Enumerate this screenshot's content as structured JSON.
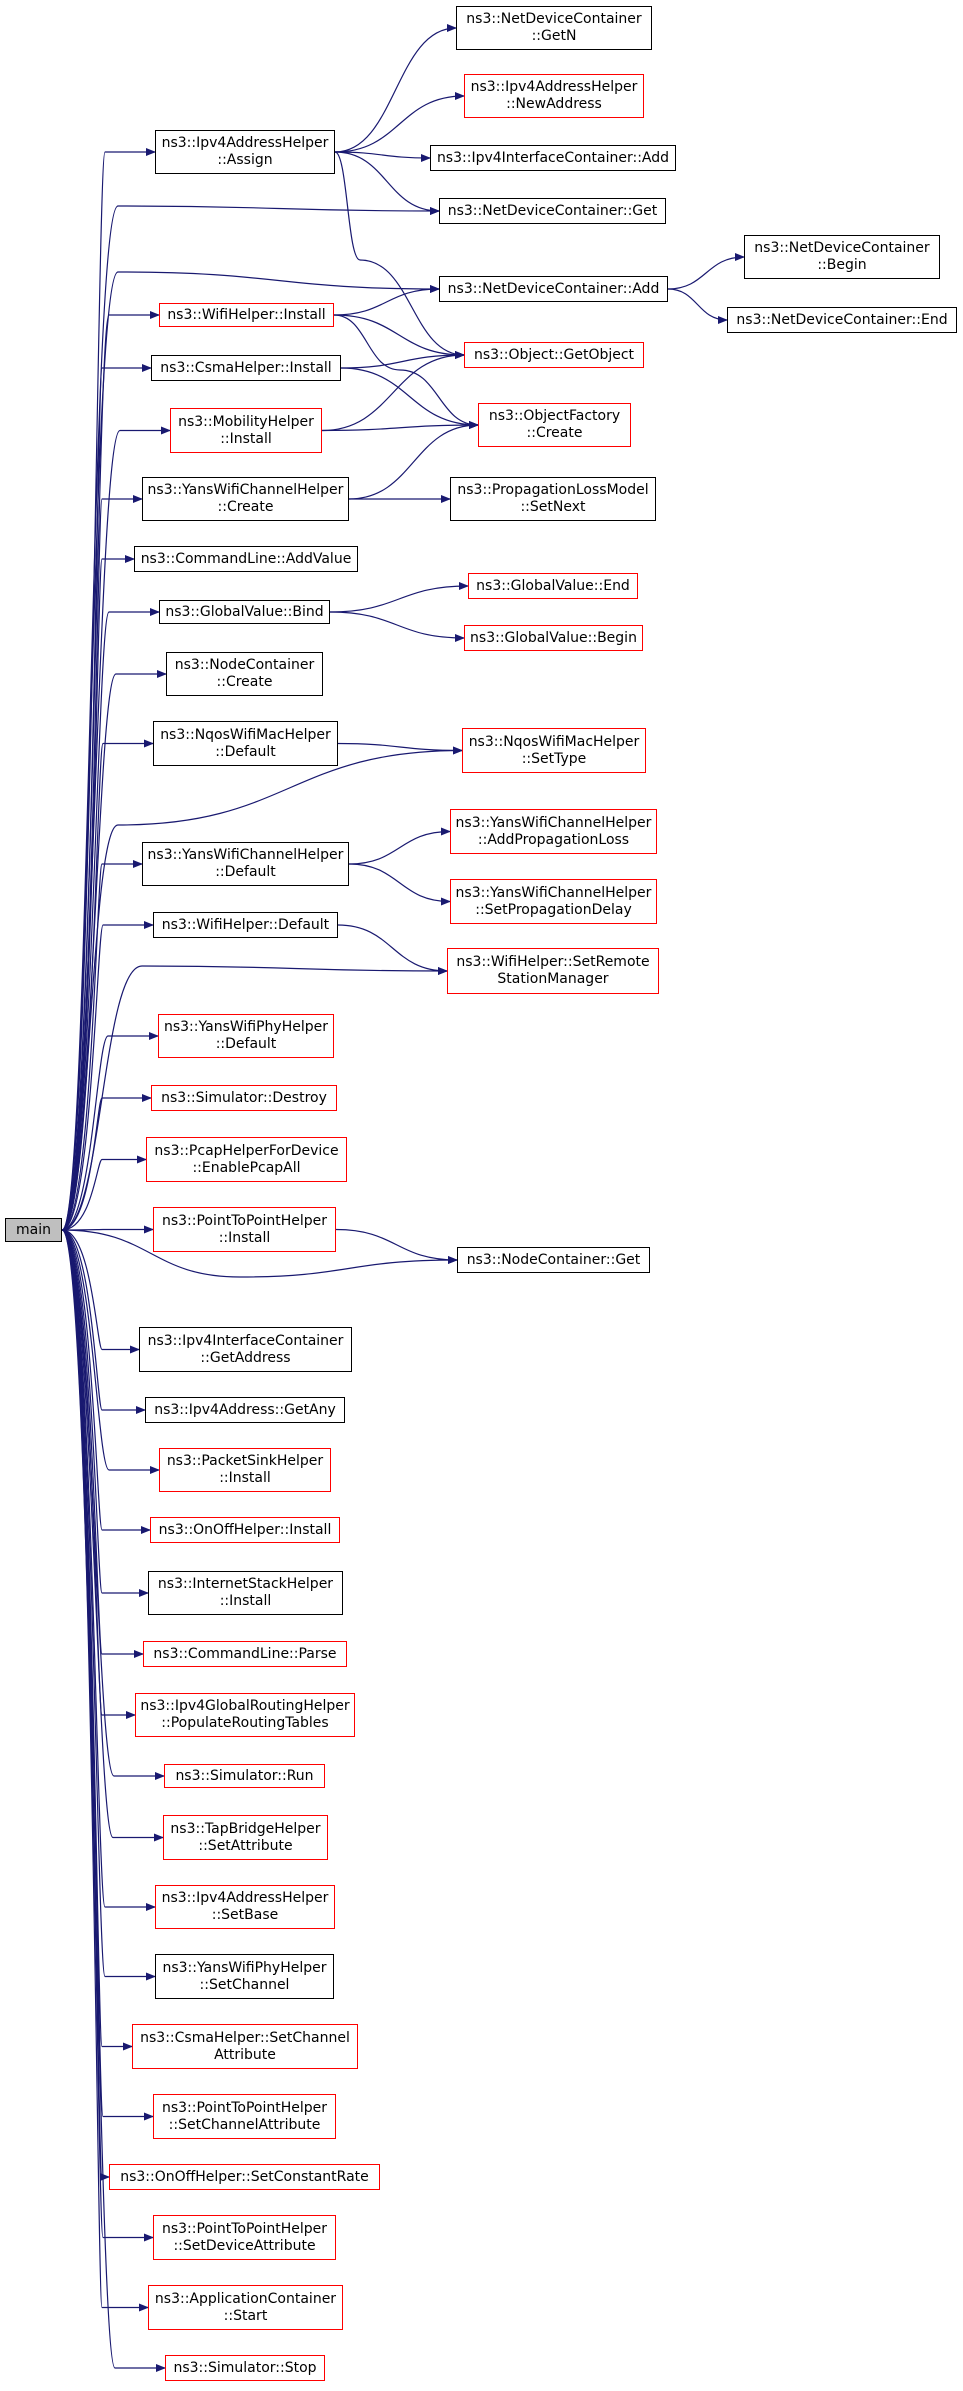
{
  "diagram": {
    "type": "call-graph",
    "colors": {
      "edge": "#191970",
      "node_border_documented": "#000000",
      "node_border_undocumented": "#ff0000",
      "root_fill": "#bfbfbf"
    },
    "nodes": [
      {
        "id": "main",
        "lines": [
          "main"
        ],
        "style": "root"
      },
      {
        "id": "ipv4ah_assign",
        "lines": [
          "ns3::Ipv4AddressHelper",
          "::Assign"
        ],
        "style": "black"
      },
      {
        "id": "ndc_getn",
        "lines": [
          "ns3::NetDeviceContainer",
          "::GetN"
        ],
        "style": "black"
      },
      {
        "id": "ipv4ah_newaddress",
        "lines": [
          "ns3::Ipv4AddressHelper",
          "::NewAddress"
        ],
        "style": "red"
      },
      {
        "id": "ipv4ic_add",
        "lines": [
          "ns3::Ipv4InterfaceContainer::Add"
        ],
        "style": "black"
      },
      {
        "id": "ndc_get",
        "lines": [
          "ns3::NetDeviceContainer::Get"
        ],
        "style": "black"
      },
      {
        "id": "ndc_begin",
        "lines": [
          "ns3::NetDeviceContainer",
          "::Begin"
        ],
        "style": "black"
      },
      {
        "id": "ndc_add",
        "lines": [
          "ns3::NetDeviceContainer::Add"
        ],
        "style": "black"
      },
      {
        "id": "ndc_end",
        "lines": [
          "ns3::NetDeviceContainer::End"
        ],
        "style": "black"
      },
      {
        "id": "wifi_install",
        "lines": [
          "ns3::WifiHelper::Install"
        ],
        "style": "red"
      },
      {
        "id": "obj_getobject",
        "lines": [
          "ns3::Object::GetObject"
        ],
        "style": "red"
      },
      {
        "id": "csma_install",
        "lines": [
          "ns3::CsmaHelper::Install"
        ],
        "style": "black"
      },
      {
        "id": "objfactory_create",
        "lines": [
          "ns3::ObjectFactory",
          "::Create"
        ],
        "style": "red"
      },
      {
        "id": "mobility_install",
        "lines": [
          "ns3::MobilityHelper",
          "::Install"
        ],
        "style": "red"
      },
      {
        "id": "yans_chan_create",
        "lines": [
          "ns3::YansWifiChannelHelper",
          "::Create"
        ],
        "style": "black"
      },
      {
        "id": "proploss_setnext",
        "lines": [
          "ns3::PropagationLossModel",
          "::SetNext"
        ],
        "style": "black"
      },
      {
        "id": "cmdline_addvalue",
        "lines": [
          "ns3::CommandLine::AddValue"
        ],
        "style": "black"
      },
      {
        "id": "gv_end",
        "lines": [
          "ns3::GlobalValue::End"
        ],
        "style": "red"
      },
      {
        "id": "gv_bind",
        "lines": [
          "ns3::GlobalValue::Bind"
        ],
        "style": "black"
      },
      {
        "id": "gv_begin",
        "lines": [
          "ns3::GlobalValue::Begin"
        ],
        "style": "red"
      },
      {
        "id": "nc_create",
        "lines": [
          "ns3::NodeContainer",
          "::Create"
        ],
        "style": "black"
      },
      {
        "id": "nqos_default",
        "lines": [
          "ns3::NqosWifiMacHelper",
          "::Default"
        ],
        "style": "black"
      },
      {
        "id": "nqos_settype",
        "lines": [
          "ns3::NqosWifiMacHelper",
          "::SetType"
        ],
        "style": "red"
      },
      {
        "id": "yans_chan_addproploss",
        "lines": [
          "ns3::YansWifiChannelHelper",
          "::AddPropagationLoss"
        ],
        "style": "red"
      },
      {
        "id": "yans_chan_default",
        "lines": [
          "ns3::YansWifiChannelHelper",
          "::Default"
        ],
        "style": "black"
      },
      {
        "id": "yans_chan_setpropdelay",
        "lines": [
          "ns3::YansWifiChannelHelper",
          "::SetPropagationDelay"
        ],
        "style": "red"
      },
      {
        "id": "wifi_default",
        "lines": [
          "ns3::WifiHelper::Default"
        ],
        "style": "black"
      },
      {
        "id": "wifi_setremote",
        "lines": [
          "ns3::WifiHelper::SetRemote",
          "StationManager"
        ],
        "style": "red"
      },
      {
        "id": "yans_phy_default",
        "lines": [
          "ns3::YansWifiPhyHelper",
          "::Default"
        ],
        "style": "red"
      },
      {
        "id": "sim_destroy",
        "lines": [
          "ns3::Simulator::Destroy"
        ],
        "style": "red"
      },
      {
        "id": "pcap_enableall",
        "lines": [
          "ns3::PcapHelperForDevice",
          "::EnablePcapAll"
        ],
        "style": "red"
      },
      {
        "id": "p2p_install",
        "lines": [
          "ns3::PointToPointHelper",
          "::Install"
        ],
        "style": "red"
      },
      {
        "id": "nc_get",
        "lines": [
          "ns3::NodeContainer::Get"
        ],
        "style": "black"
      },
      {
        "id": "ipv4ic_getaddress",
        "lines": [
          "ns3::Ipv4InterfaceContainer",
          "::GetAddress"
        ],
        "style": "black"
      },
      {
        "id": "ipv4addr_getany",
        "lines": [
          "ns3::Ipv4Address::GetAny"
        ],
        "style": "black"
      },
      {
        "id": "packetsink_install",
        "lines": [
          "ns3::PacketSinkHelper",
          "::Install"
        ],
        "style": "red"
      },
      {
        "id": "onoff_install",
        "lines": [
          "ns3::OnOffHelper::Install"
        ],
        "style": "red"
      },
      {
        "id": "internetstack_install",
        "lines": [
          "ns3::InternetStackHelper",
          "::Install"
        ],
        "style": "black"
      },
      {
        "id": "cmdline_parse",
        "lines": [
          "ns3::CommandLine::Parse"
        ],
        "style": "red"
      },
      {
        "id": "ipv4gr_populate",
        "lines": [
          "ns3::Ipv4GlobalRoutingHelper",
          "::PopulateRoutingTables"
        ],
        "style": "red"
      },
      {
        "id": "sim_run",
        "lines": [
          "ns3::Simulator::Run"
        ],
        "style": "red"
      },
      {
        "id": "tapbridge_setattr",
        "lines": [
          "ns3::TapBridgeHelper",
          "::SetAttribute"
        ],
        "style": "red"
      },
      {
        "id": "ipv4ah_setbase",
        "lines": [
          "ns3::Ipv4AddressHelper",
          "::SetBase"
        ],
        "style": "red"
      },
      {
        "id": "yans_phy_setchannel",
        "lines": [
          "ns3::YansWifiPhyHelper",
          "::SetChannel"
        ],
        "style": "black"
      },
      {
        "id": "csma_setchanattr",
        "lines": [
          "ns3::CsmaHelper::SetChannel",
          "Attribute"
        ],
        "style": "red"
      },
      {
        "id": "p2p_setchanattr",
        "lines": [
          "ns3::PointToPointHelper",
          "::SetChannelAttribute"
        ],
        "style": "red"
      },
      {
        "id": "onoff_setconstrate",
        "lines": [
          "ns3::OnOffHelper::SetConstantRate"
        ],
        "style": "red"
      },
      {
        "id": "p2p_setdevattr",
        "lines": [
          "ns3::PointToPointHelper",
          "::SetDeviceAttribute"
        ],
        "style": "red"
      },
      {
        "id": "appcont_start",
        "lines": [
          "ns3::ApplicationContainer",
          "::Start"
        ],
        "style": "red"
      },
      {
        "id": "sim_stop",
        "lines": [
          "ns3::Simulator::Stop"
        ],
        "style": "red"
      }
    ],
    "edges": [
      [
        "main",
        "ipv4ah_assign"
      ],
      [
        "main",
        "ndc_get"
      ],
      [
        "main",
        "ndc_add"
      ],
      [
        "main",
        "wifi_install"
      ],
      [
        "main",
        "csma_install"
      ],
      [
        "main",
        "mobility_install"
      ],
      [
        "main",
        "yans_chan_create"
      ],
      [
        "main",
        "cmdline_addvalue"
      ],
      [
        "main",
        "gv_bind"
      ],
      [
        "main",
        "nc_create"
      ],
      [
        "main",
        "nqos_default"
      ],
      [
        "main",
        "nqos_settype"
      ],
      [
        "main",
        "yans_chan_default"
      ],
      [
        "main",
        "wifi_default"
      ],
      [
        "main",
        "wifi_setremote"
      ],
      [
        "main",
        "yans_phy_default"
      ],
      [
        "main",
        "sim_destroy"
      ],
      [
        "main",
        "pcap_enableall"
      ],
      [
        "main",
        "p2p_install"
      ],
      [
        "main",
        "nc_get"
      ],
      [
        "main",
        "ipv4ic_getaddress"
      ],
      [
        "main",
        "ipv4addr_getany"
      ],
      [
        "main",
        "packetsink_install"
      ],
      [
        "main",
        "onoff_install"
      ],
      [
        "main",
        "internetstack_install"
      ],
      [
        "main",
        "cmdline_parse"
      ],
      [
        "main",
        "ipv4gr_populate"
      ],
      [
        "main",
        "sim_run"
      ],
      [
        "main",
        "tapbridge_setattr"
      ],
      [
        "main",
        "ipv4ah_setbase"
      ],
      [
        "main",
        "yans_phy_setchannel"
      ],
      [
        "main",
        "csma_setchanattr"
      ],
      [
        "main",
        "p2p_setchanattr"
      ],
      [
        "main",
        "onoff_setconstrate"
      ],
      [
        "main",
        "p2p_setdevattr"
      ],
      [
        "main",
        "appcont_start"
      ],
      [
        "main",
        "sim_stop"
      ],
      [
        "ipv4ah_assign",
        "ndc_getn"
      ],
      [
        "ipv4ah_assign",
        "ipv4ah_newaddress"
      ],
      [
        "ipv4ah_assign",
        "ipv4ic_add"
      ],
      [
        "ipv4ah_assign",
        "ndc_get"
      ],
      [
        "ipv4ah_assign",
        "obj_getobject"
      ],
      [
        "ndc_add",
        "ndc_begin"
      ],
      [
        "ndc_add",
        "ndc_end"
      ],
      [
        "wifi_install",
        "ndc_add"
      ],
      [
        "wifi_install",
        "obj_getobject"
      ],
      [
        "wifi_install",
        "objfactory_create"
      ],
      [
        "csma_install",
        "obj_getobject"
      ],
      [
        "csma_install",
        "objfactory_create"
      ],
      [
        "mobility_install",
        "obj_getobject"
      ],
      [
        "mobility_install",
        "objfactory_create"
      ],
      [
        "yans_chan_create",
        "objfactory_create"
      ],
      [
        "yans_chan_create",
        "proploss_setnext"
      ],
      [
        "gv_bind",
        "gv_end"
      ],
      [
        "gv_bind",
        "gv_begin"
      ],
      [
        "nqos_default",
        "nqos_settype"
      ],
      [
        "yans_chan_default",
        "yans_chan_addproploss"
      ],
      [
        "yans_chan_default",
        "yans_chan_setpropdelay"
      ],
      [
        "wifi_default",
        "wifi_setremote"
      ],
      [
        "p2p_install",
        "nc_get"
      ]
    ]
  }
}
